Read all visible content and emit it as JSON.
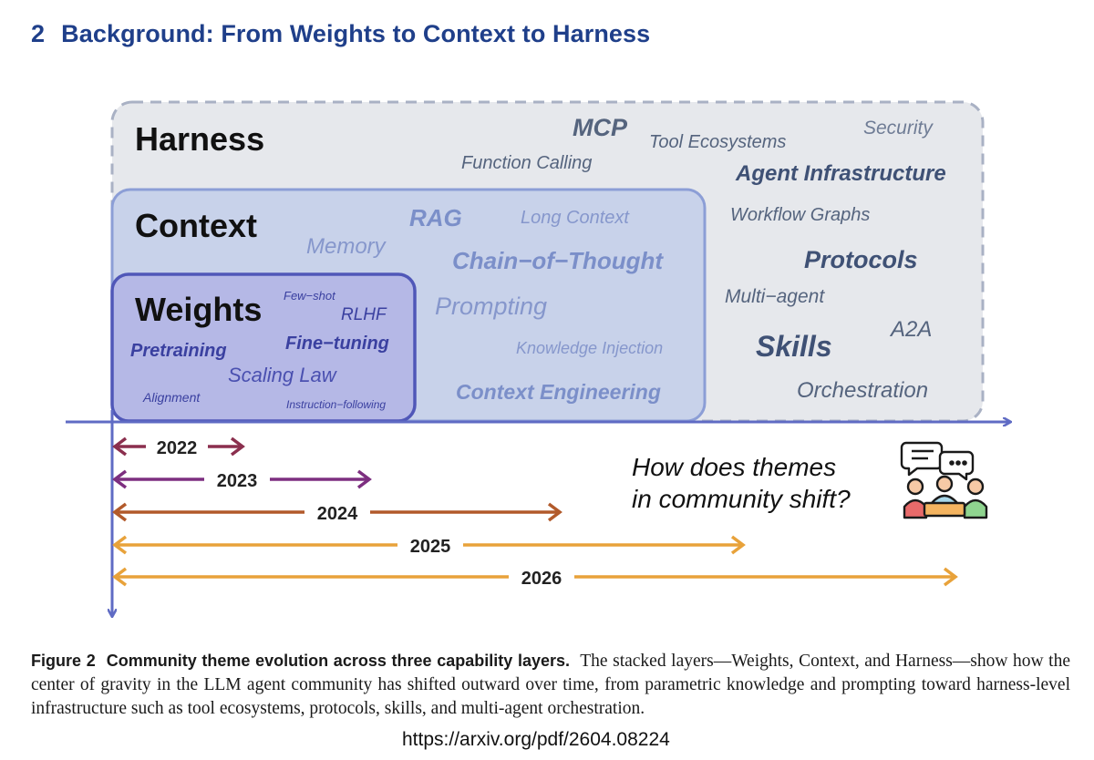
{
  "section": {
    "number": "2",
    "title": "Background: From Weights to Context to Harness"
  },
  "figure": {
    "layers": {
      "harness": {
        "label": "Harness",
        "terms": [
          "MCP",
          "Tool Ecosystems",
          "Security",
          "Function Calling",
          "Agent Infrastructure",
          "Workflow Graphs",
          "Protocols",
          "Multi−agent",
          "A2A",
          "Skills",
          "Orchestration"
        ]
      },
      "context": {
        "label": "Context",
        "terms": [
          "RAG",
          "Long Context",
          "Memory",
          "Chain−of−Thought",
          "Prompting",
          "Knowledge Injection",
          "Context Engineering"
        ]
      },
      "weights": {
        "label": "Weights",
        "terms": [
          "Few−shot",
          "RLHF",
          "Fine−tuning",
          "Pretraining",
          "Scaling Law",
          "Alignment",
          "Instruction−following"
        ]
      }
    },
    "timeline": [
      {
        "year": "2022",
        "color": "#8b2f4e"
      },
      {
        "year": "2023",
        "color": "#7d2f80"
      },
      {
        "year": "2024",
        "color": "#b25a2b"
      },
      {
        "year": "2025",
        "color": "#e8a23a"
      },
      {
        "year": "2026",
        "color": "#e8a23a"
      }
    ],
    "question": [
      "How does themes",
      "in community shift?"
    ],
    "colors": {
      "axis": "#5f6bc4",
      "harness_fill": "#e6e8ec",
      "context_fill": "#c8d2ea",
      "weights_fill": "#b5b8e6",
      "term": "#5b6bb0"
    }
  },
  "caption": {
    "label": "Figure 2",
    "title": "Community theme evolution across three capability layers.",
    "text": "The stacked layers—Weights, Context, and Harness—show how the center of gravity in the LLM agent community has shifted outward over time, from parametric knowledge and prompting toward harness-level infrastructure such as tool ecosystems, protocols, skills, and multi-agent orchestration."
  },
  "source_url": "https://arxiv.org/pdf/2604.08224"
}
